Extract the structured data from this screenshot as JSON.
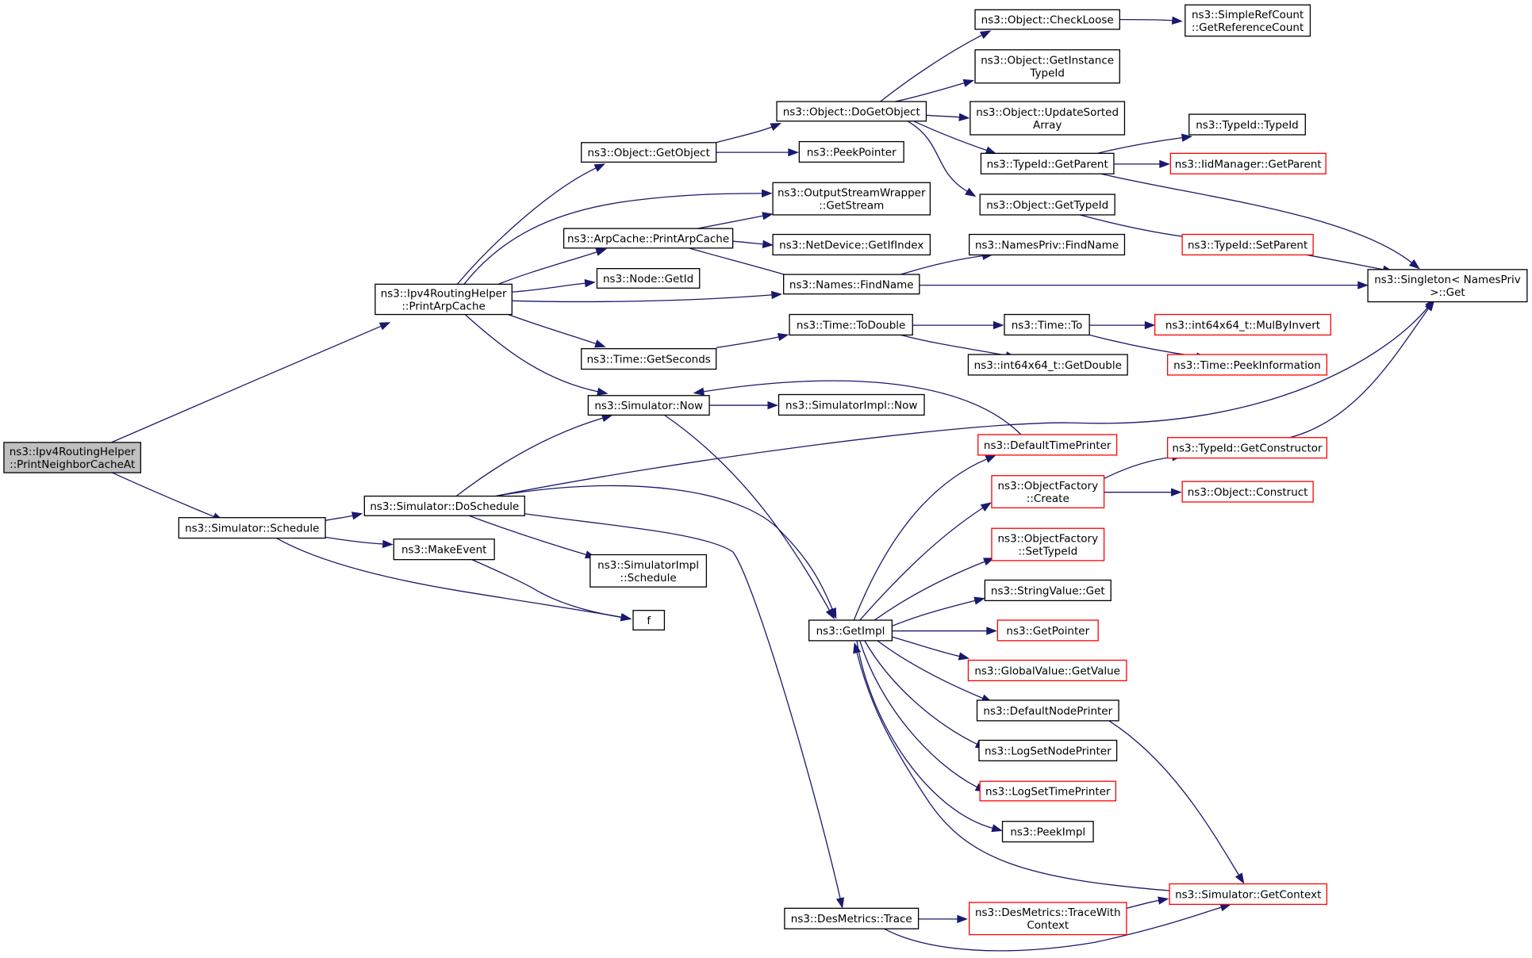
{
  "colors": {
    "edge": "#191970",
    "node_border": "#000000",
    "node_border_truncated": "#ff0000",
    "root_fill": "#bfbfbf",
    "node_fill": "#ffffff",
    "background": "#ffffff"
  },
  "nodes": [
    {
      "id": "root",
      "lines": [
        "ns3::Ipv4RoutingHelper",
        "::PrintNeighborCacheAt"
      ],
      "style": "root"
    },
    {
      "id": "prac",
      "lines": [
        "ns3::Ipv4RoutingHelper",
        "::PrintArpCache"
      ],
      "style": "normal"
    },
    {
      "id": "sched",
      "lines": [
        "ns3::Simulator::Schedule"
      ],
      "style": "normal"
    },
    {
      "id": "getobj",
      "lines": [
        "ns3::Object::GetObject"
      ],
      "style": "normal"
    },
    {
      "id": "arpprint",
      "lines": [
        "ns3::ArpCache::PrintArpCache"
      ],
      "style": "normal"
    },
    {
      "id": "nodegetid",
      "lines": [
        "ns3::Node::GetId"
      ],
      "style": "normal"
    },
    {
      "id": "timegetsec",
      "lines": [
        "ns3::Time::GetSeconds"
      ],
      "style": "normal"
    },
    {
      "id": "simnow",
      "lines": [
        "ns3::Simulator::Now"
      ],
      "style": "normal"
    },
    {
      "id": "dosched",
      "lines": [
        "ns3::Simulator::DoSchedule"
      ],
      "style": "normal"
    },
    {
      "id": "makeevent",
      "lines": [
        "ns3::MakeEvent"
      ],
      "style": "normal"
    },
    {
      "id": "f",
      "lines": [
        "f"
      ],
      "style": "normal"
    },
    {
      "id": "dogetobj",
      "lines": [
        "ns3::Object::DoGetObject"
      ],
      "style": "normal"
    },
    {
      "id": "peekptr",
      "lines": [
        "ns3::PeekPointer"
      ],
      "style": "normal"
    },
    {
      "id": "osw",
      "lines": [
        "ns3::OutputStreamWrapper",
        "::GetStream"
      ],
      "style": "normal"
    },
    {
      "id": "ndgetif",
      "lines": [
        "ns3::NetDevice::GetIfIndex"
      ],
      "style": "normal"
    },
    {
      "id": "namesfind",
      "lines": [
        "ns3::Names::FindName"
      ],
      "style": "normal"
    },
    {
      "id": "timetodouble",
      "lines": [
        "ns3::Time::ToDouble"
      ],
      "style": "normal"
    },
    {
      "id": "simimplnow",
      "lines": [
        "ns3::SimulatorImpl::Now"
      ],
      "style": "normal"
    },
    {
      "id": "simimplsched",
      "lines": [
        "ns3::SimulatorImpl",
        "::Schedule"
      ],
      "style": "normal"
    },
    {
      "id": "getimpl",
      "lines": [
        "ns3::GetImpl"
      ],
      "style": "normal"
    },
    {
      "id": "destrace",
      "lines": [
        "ns3::DesMetrics::Trace"
      ],
      "style": "normal"
    },
    {
      "id": "checkloose",
      "lines": [
        "ns3::Object::CheckLoose"
      ],
      "style": "normal"
    },
    {
      "id": "getinsttid",
      "lines": [
        "ns3::Object::GetInstance",
        "TypeId"
      ],
      "style": "normal"
    },
    {
      "id": "updsorted",
      "lines": [
        "ns3::Object::UpdateSorted",
        "Array"
      ],
      "style": "normal"
    },
    {
      "id": "tidgetparent",
      "lines": [
        "ns3::TypeId::GetParent"
      ],
      "style": "normal"
    },
    {
      "id": "objgettid",
      "lines": [
        "ns3::Object::GetTypeId"
      ],
      "style": "normal"
    },
    {
      "id": "npfind",
      "lines": [
        "ns3::NamesPriv::FindName"
      ],
      "style": "normal"
    },
    {
      "id": "timeto",
      "lines": [
        "ns3::Time::To"
      ],
      "style": "normal"
    },
    {
      "id": "i64getdouble",
      "lines": [
        "ns3::int64x64_t::GetDouble"
      ],
      "style": "normal"
    },
    {
      "id": "deftimeprinter",
      "lines": [
        "ns3::DefaultTimePrinter"
      ],
      "style": "truncated"
    },
    {
      "id": "ofcreate",
      "lines": [
        "ns3::ObjectFactory",
        "::Create"
      ],
      "style": "truncated"
    },
    {
      "id": "ofsettid",
      "lines": [
        "ns3::ObjectFactory",
        "::SetTypeId"
      ],
      "style": "truncated"
    },
    {
      "id": "strvalget",
      "lines": [
        "ns3::StringValue::Get"
      ],
      "style": "normal"
    },
    {
      "id": "getpointer",
      "lines": [
        "ns3::GetPointer"
      ],
      "style": "truncated"
    },
    {
      "id": "gvgetvalue",
      "lines": [
        "ns3::GlobalValue::GetValue"
      ],
      "style": "truncated"
    },
    {
      "id": "defnodeprinter",
      "lines": [
        "ns3::DefaultNodePrinter"
      ],
      "style": "normal"
    },
    {
      "id": "logsetnode",
      "lines": [
        "ns3::LogSetNodePrinter"
      ],
      "style": "normal"
    },
    {
      "id": "logsettime",
      "lines": [
        "ns3::LogSetTimePrinter"
      ],
      "style": "truncated"
    },
    {
      "id": "peekimpl",
      "lines": [
        "ns3::PeekImpl"
      ],
      "style": "normal"
    },
    {
      "id": "destracectx",
      "lines": [
        "ns3::DesMetrics::TraceWith",
        "Context"
      ],
      "style": "truncated"
    },
    {
      "id": "simrefcount",
      "lines": [
        "ns3::SimpleRefCount",
        "::GetReferenceCount"
      ],
      "style": "normal"
    },
    {
      "id": "tidtid",
      "lines": [
        "ns3::TypeId::TypeId"
      ],
      "style": "normal"
    },
    {
      "id": "iidgetparent",
      "lines": [
        "ns3::IidManager::GetParent"
      ],
      "style": "truncated"
    },
    {
      "id": "tidsetparent",
      "lines": [
        "ns3::TypeId::SetParent"
      ],
      "style": "truncated"
    },
    {
      "id": "singletonget",
      "lines": [
        "ns3::Singleton< NamesPriv",
        " >::Get"
      ],
      "style": "normal"
    },
    {
      "id": "mulbyinvert",
      "lines": [
        "ns3::int64x64_t::MulByInvert"
      ],
      "style": "truncated"
    },
    {
      "id": "peekinfo",
      "lines": [
        "ns3::Time::PeekInformation"
      ],
      "style": "truncated"
    },
    {
      "id": "tidgetctor",
      "lines": [
        "ns3::TypeId::GetConstructor"
      ],
      "style": "truncated"
    },
    {
      "id": "objconstruct",
      "lines": [
        "ns3::Object::Construct"
      ],
      "style": "truncated"
    },
    {
      "id": "simgetctx",
      "lines": [
        "ns3::Simulator::GetContext"
      ],
      "style": "truncated"
    }
  ],
  "edges": [
    {
      "from": "root",
      "to": "prac"
    },
    {
      "from": "root",
      "to": "sched"
    },
    {
      "from": "prac",
      "to": "getobj"
    },
    {
      "from": "prac",
      "to": "osw"
    },
    {
      "from": "prac",
      "to": "arpprint"
    },
    {
      "from": "prac",
      "to": "nodegetid"
    },
    {
      "from": "prac",
      "to": "namesfind"
    },
    {
      "from": "prac",
      "to": "timegetsec"
    },
    {
      "from": "prac",
      "to": "simnow"
    },
    {
      "from": "sched",
      "to": "dosched"
    },
    {
      "from": "sched",
      "to": "makeevent"
    },
    {
      "from": "sched",
      "to": "f"
    },
    {
      "from": "makeevent",
      "to": "f"
    },
    {
      "from": "getobj",
      "to": "dogetobj"
    },
    {
      "from": "getobj",
      "to": "peekptr"
    },
    {
      "from": "dogetobj",
      "to": "checkloose"
    },
    {
      "from": "dogetobj",
      "to": "getinsttid"
    },
    {
      "from": "dogetobj",
      "to": "updsorted"
    },
    {
      "from": "dogetobj",
      "to": "tidgetparent"
    },
    {
      "from": "dogetobj",
      "to": "objgettid"
    },
    {
      "from": "checkloose",
      "to": "simrefcount"
    },
    {
      "from": "tidgetparent",
      "to": "tidtid"
    },
    {
      "from": "tidgetparent",
      "to": "iidgetparent"
    },
    {
      "from": "tidgetparent",
      "to": "singletonget"
    },
    {
      "from": "objgettid",
      "to": "tidsetparent"
    },
    {
      "from": "tidsetparent",
      "to": "singletonget"
    },
    {
      "from": "arpprint",
      "to": "osw"
    },
    {
      "from": "arpprint",
      "to": "ndgetif"
    },
    {
      "from": "arpprint",
      "to": "namesfind"
    },
    {
      "from": "namesfind",
      "to": "npfind"
    },
    {
      "from": "namesfind",
      "to": "singletonget"
    },
    {
      "from": "timegetsec",
      "to": "timetodouble"
    },
    {
      "from": "timetodouble",
      "to": "timeto"
    },
    {
      "from": "timetodouble",
      "to": "i64getdouble"
    },
    {
      "from": "timeto",
      "to": "mulbyinvert"
    },
    {
      "from": "timeto",
      "to": "peekinfo"
    },
    {
      "from": "simnow",
      "to": "simimplnow"
    },
    {
      "from": "simnow",
      "to": "getimpl"
    },
    {
      "from": "dosched",
      "to": "simnow"
    },
    {
      "from": "dosched",
      "to": "singletonget"
    },
    {
      "from": "dosched",
      "to": "getimpl"
    },
    {
      "from": "dosched",
      "to": "simimplsched"
    },
    {
      "from": "dosched",
      "to": "destrace"
    },
    {
      "from": "deftimeprinter",
      "to": "simnow"
    },
    {
      "from": "getimpl",
      "to": "deftimeprinter"
    },
    {
      "from": "getimpl",
      "to": "ofcreate"
    },
    {
      "from": "getimpl",
      "to": "ofsettid"
    },
    {
      "from": "getimpl",
      "to": "strvalget"
    },
    {
      "from": "getimpl",
      "to": "getpointer"
    },
    {
      "from": "getimpl",
      "to": "gvgetvalue"
    },
    {
      "from": "getimpl",
      "to": "defnodeprinter"
    },
    {
      "from": "getimpl",
      "to": "logsetnode"
    },
    {
      "from": "getimpl",
      "to": "logsettime"
    },
    {
      "from": "getimpl",
      "to": "peekimpl"
    },
    {
      "from": "ofcreate",
      "to": "tidgetctor"
    },
    {
      "from": "ofcreate",
      "to": "objconstruct"
    },
    {
      "from": "tidgetctor",
      "to": "singletonget"
    },
    {
      "from": "defnodeprinter",
      "to": "simgetctx"
    },
    {
      "from": "simgetctx",
      "to": "getimpl"
    },
    {
      "from": "destrace",
      "to": "destracectx"
    },
    {
      "from": "destrace",
      "to": "simgetctx"
    },
    {
      "from": "destracectx",
      "to": "simgetctx"
    }
  ]
}
